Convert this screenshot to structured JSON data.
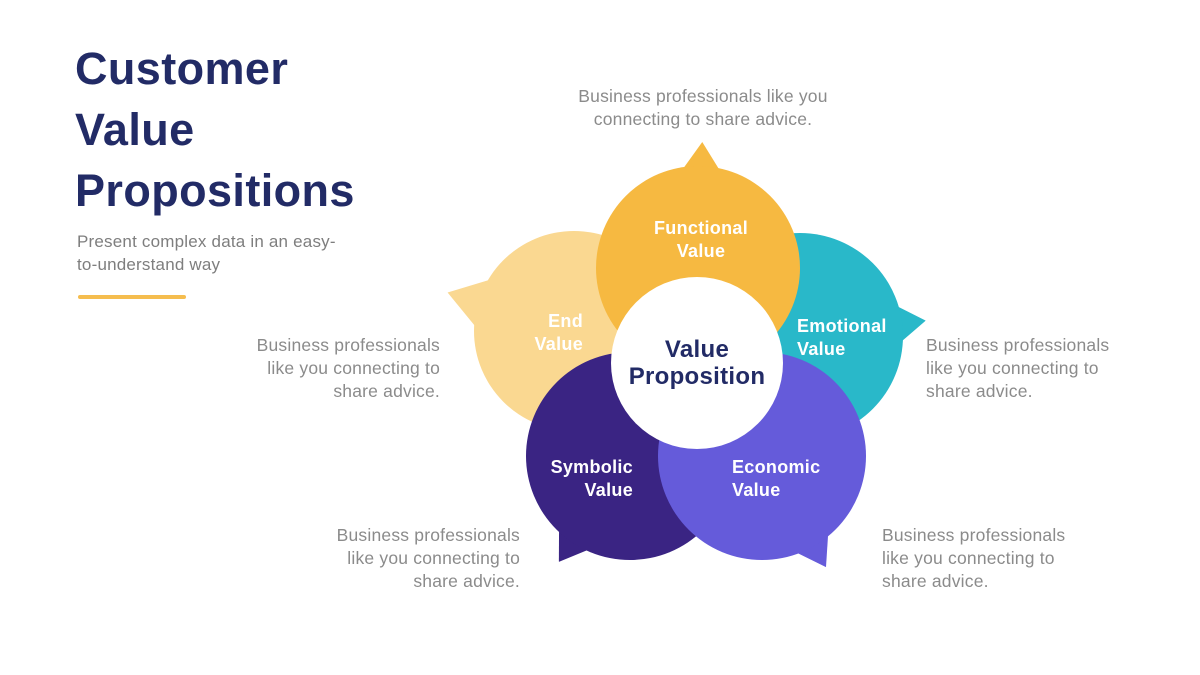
{
  "slide": {
    "title": "Customer Value Propositions",
    "subtitle": "Present complex data in an easy-\nto-understand way",
    "colors": {
      "background": "#FFFFFF",
      "title_navy": "#222B66",
      "subtitle_gray": "#7E7E7E",
      "caption_gray": "#8B8B8B",
      "accent_underline": "#F5BD4E",
      "center_circle": "#FFFFFF"
    }
  },
  "diagram": {
    "center": {
      "label": "Value\nProposition"
    },
    "petals": {
      "functional": {
        "label": "Functional\nValue",
        "color": "#F6B941"
      },
      "emotional": {
        "label": "Emotional\nValue",
        "color": "#29B8C9"
      },
      "economic": {
        "label": "Economic\nValue",
        "color": "#655BDA"
      },
      "symbolic": {
        "label": "Symbolic\nValue",
        "color": "#3A2483"
      },
      "end": {
        "label": "End\nValue",
        "color": "#FAD891"
      }
    }
  },
  "captions": {
    "top": "Business professionals like you\nconnecting to share advice.",
    "left": "Business professionals\nlike you connecting to\nshare advice.",
    "right": "Business professionals\nlike you connecting to\nshare advice.",
    "bottom_left": "Business professionals\nlike you connecting to\nshare advice.",
    "bottom_right": "Business professionals\nlike you connecting to\nshare advice."
  }
}
